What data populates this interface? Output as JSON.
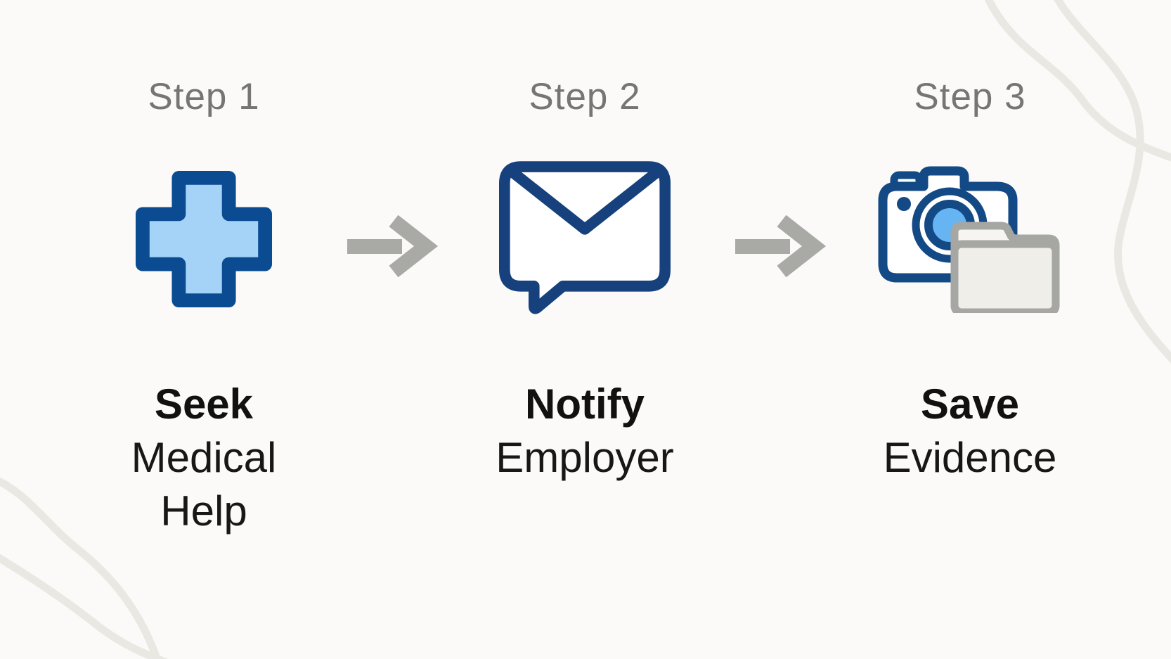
{
  "diagram_title": "",
  "steps": [
    {
      "label": "Step 1",
      "icon": "medical-cross-icon",
      "line1": "Seek",
      "line2": "Medical",
      "line3": "Help"
    },
    {
      "label": "Step 2",
      "icon": "envelope-message-icon",
      "line1": "Notify",
      "line2": "Employer",
      "line3": ""
    },
    {
      "label": "Step 3",
      "icon": "camera-folder-icon",
      "line1": "Save",
      "line2": "Evidence",
      "line3": ""
    }
  ],
  "palette": {
    "background": "#fbfaf8",
    "wave_line": "#eae8e3",
    "step_label_gray": "#757575",
    "title_text": "#171717",
    "arrow_gray": "#a9a9a6",
    "icon_navy": "#16417d",
    "cross_border_blue": "#0b4b92",
    "cross_fill_light_blue": "#a5d3f7",
    "lens_fill_light_blue": "#66b5f2",
    "folder_stroke_gray": "#a6a6a3",
    "folder_fill_light": "#f3f2ee"
  }
}
